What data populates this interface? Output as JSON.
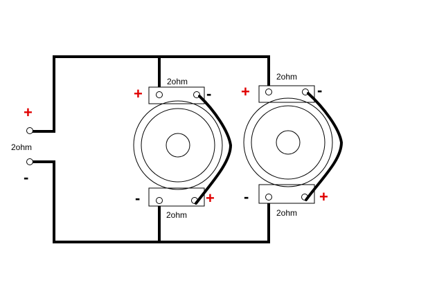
{
  "colors": {
    "plus": "#e00000",
    "minus": "#000000",
    "wire": "#000000",
    "background": "#ffffff"
  },
  "source": {
    "plus_sign": "+",
    "minus_sign": "-",
    "impedance": "2ohm"
  },
  "speakers": [
    {
      "top_label": "2ohm",
      "bottom_label": "2ohm",
      "top_left_sign": "+",
      "top_right_sign": "-",
      "bottom_left_sign": "-",
      "bottom_right_sign": "+"
    },
    {
      "top_label": "2ohm",
      "bottom_label": "2ohm",
      "top_left_sign": "+",
      "top_right_sign": "-",
      "bottom_left_sign": "-",
      "bottom_right_sign": "+"
    }
  ]
}
